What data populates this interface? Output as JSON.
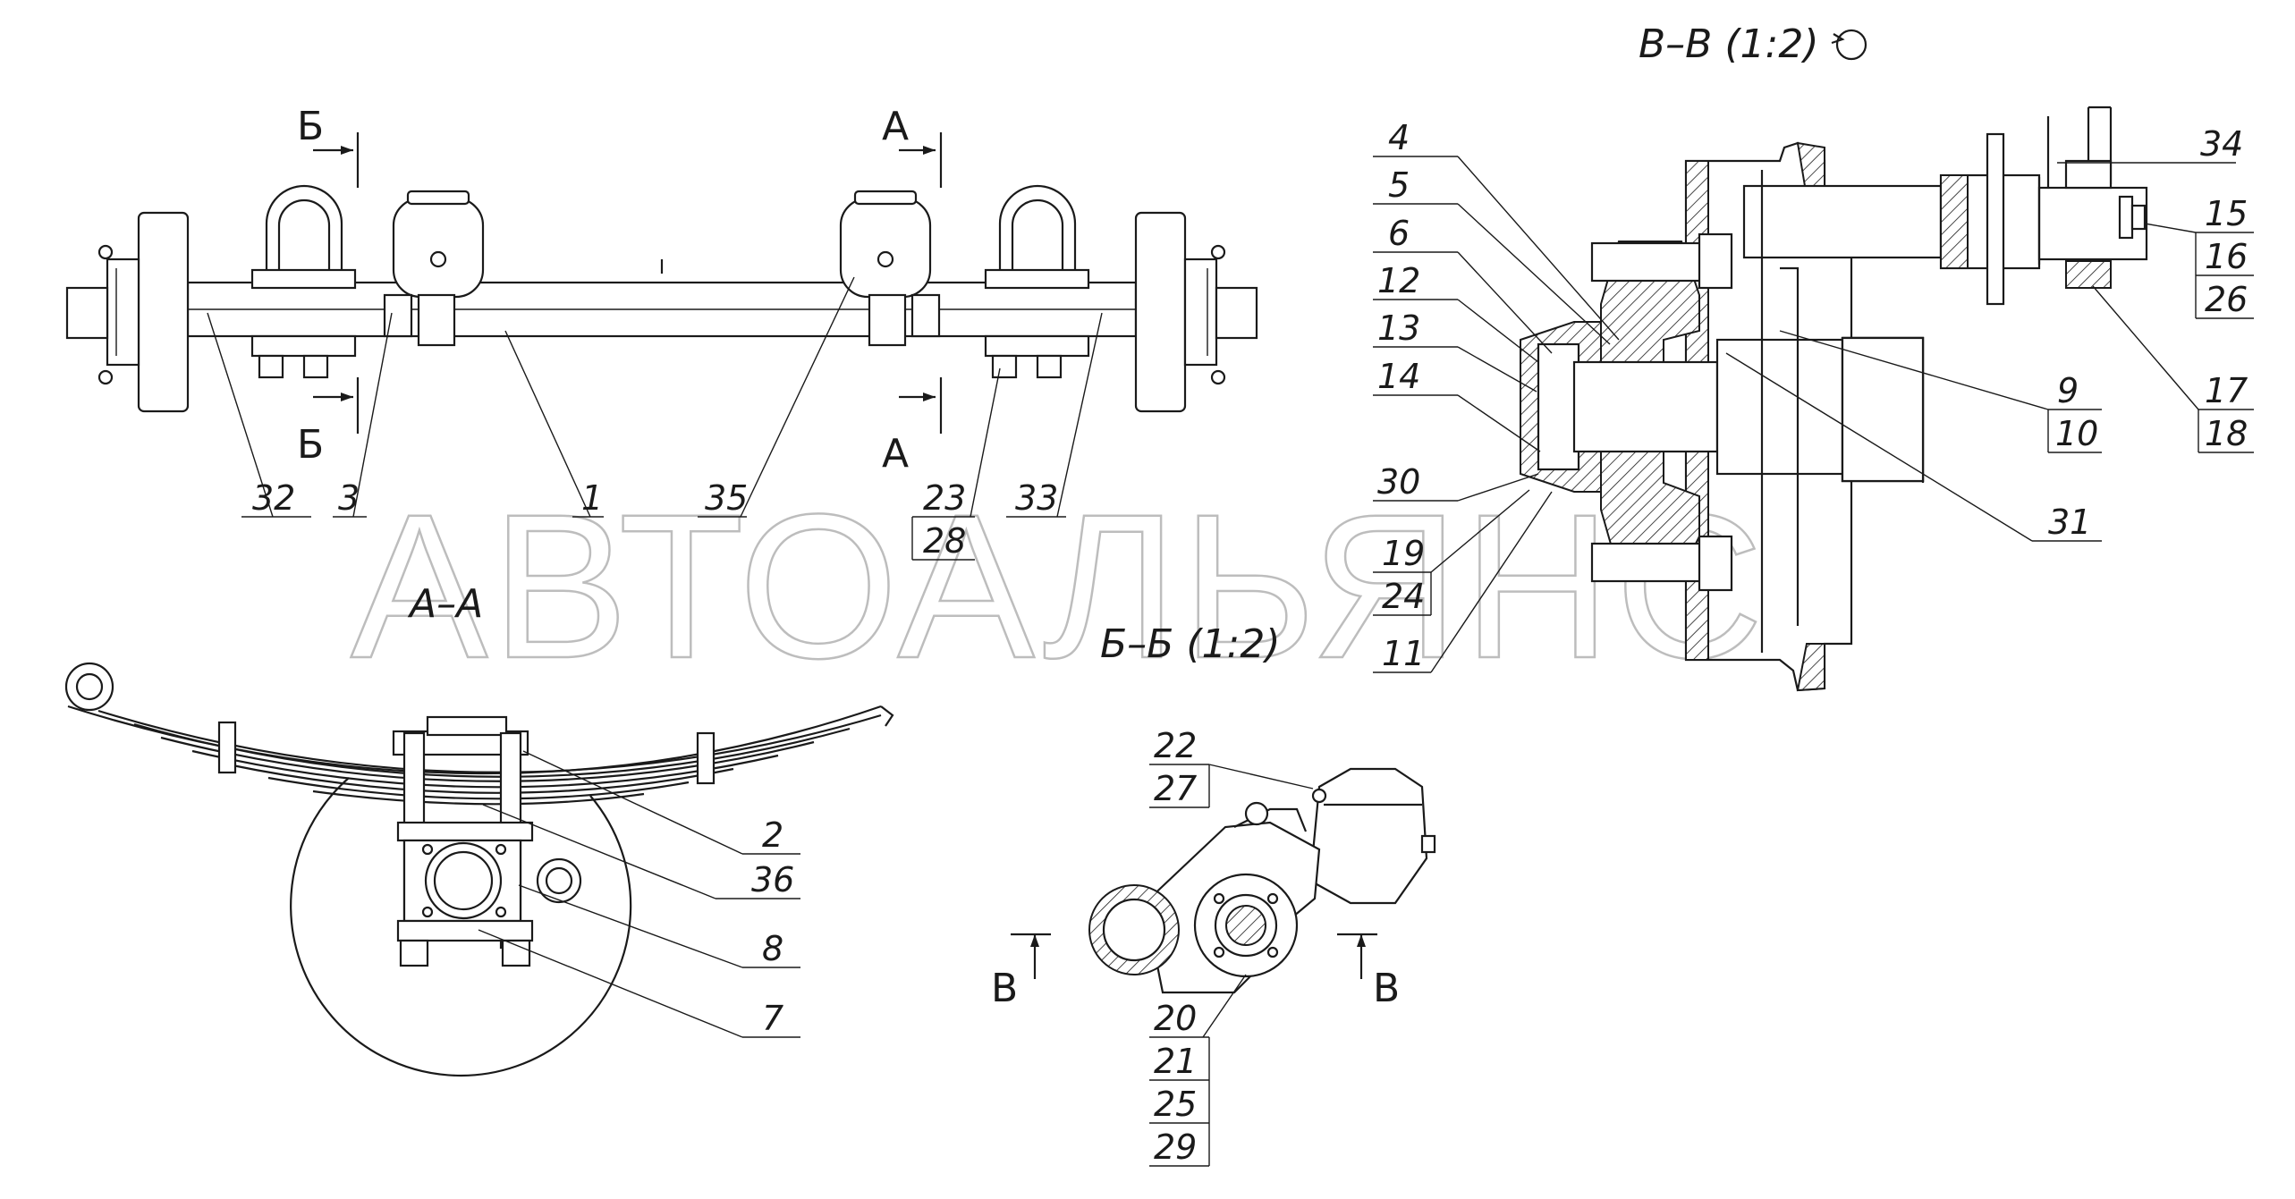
{
  "watermark": "АВТОАЛЬЯНС",
  "views": {
    "section_vv": "В–В (1:2)",
    "section_aa": "А–А",
    "section_bb": "Б–Б (1:2)"
  },
  "cut_marks": {
    "b": "Б",
    "a": "А",
    "v": "В"
  },
  "callouts": {
    "p1": "1",
    "p2": "2",
    "p3": "3",
    "p4": "4",
    "p5": "5",
    "p6": "6",
    "p7": "7",
    "p8": "8",
    "p9": "9",
    "p10": "10",
    "p11": "11",
    "p12": "12",
    "p13": "13",
    "p14": "14",
    "p15": "15",
    "p16": "16",
    "p17": "17",
    "p18": "18",
    "p19": "19",
    "p20": "20",
    "p21": "21",
    "p22": "22",
    "p23": "23",
    "p24": "24",
    "p25": "25",
    "p26": "26",
    "p27": "27",
    "p28": "28",
    "p29": "29",
    "p30": "30",
    "p31": "31",
    "p32": "32",
    "p33": "33",
    "p34": "34",
    "p35": "35",
    "p36": "36"
  }
}
